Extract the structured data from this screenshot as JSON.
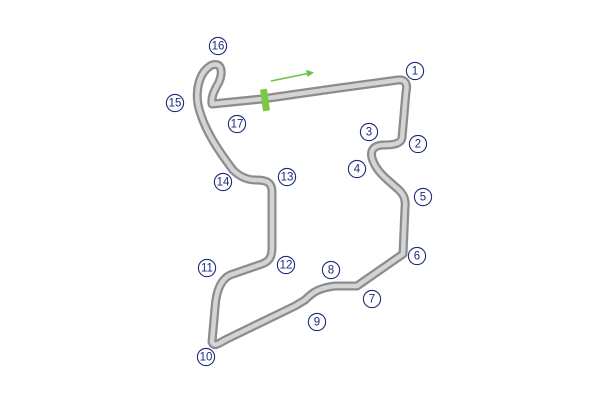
{
  "track": {
    "colors": {
      "track_outer": "#8c8c8c",
      "track_inner": "#d4d4d4",
      "start_finish_line": "#7ac943",
      "direction_arrow": "#6cc24a",
      "turn_marker": "#1c2a7a"
    },
    "icons": {
      "direction": "arrow-right-icon",
      "start_finish": "start-finish-line"
    },
    "turns": [
      {
        "id": "t1",
        "label": "1"
      },
      {
        "id": "t2",
        "label": "2"
      },
      {
        "id": "t3",
        "label": "3"
      },
      {
        "id": "t4",
        "label": "4"
      },
      {
        "id": "t5",
        "label": "5"
      },
      {
        "id": "t6",
        "label": "6"
      },
      {
        "id": "t7",
        "label": "7"
      },
      {
        "id": "t8",
        "label": "8"
      },
      {
        "id": "t9",
        "label": "9"
      },
      {
        "id": "t10",
        "label": "10"
      },
      {
        "id": "t11",
        "label": "11"
      },
      {
        "id": "t12",
        "label": "12"
      },
      {
        "id": "t13",
        "label": "13"
      },
      {
        "id": "t14",
        "label": "14"
      },
      {
        "id": "t15",
        "label": "15"
      },
      {
        "id": "t16",
        "label": "16"
      },
      {
        "id": "t17",
        "label": "17"
      }
    ]
  }
}
